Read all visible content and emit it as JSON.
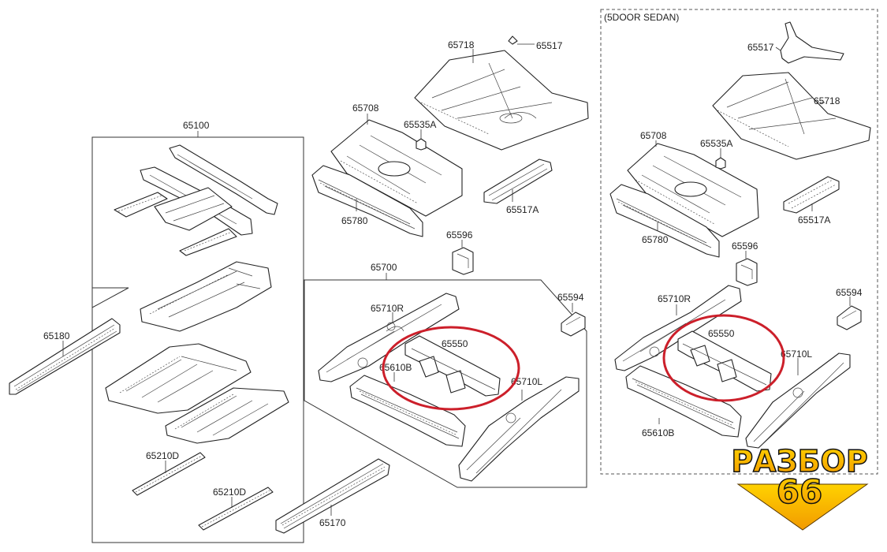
{
  "variant_title": "(5DOOR SEDAN)",
  "labels": {
    "p65100": "65100",
    "p65180": "65180",
    "p65210d_a": "65210D",
    "p65210d_b": "65210D",
    "p65170": "65170",
    "p65708": "65708",
    "p65780": "65780",
    "p65718": "65718",
    "p65517": "65517",
    "p65535a": "65535A",
    "p65517a": "65517A",
    "p65596": "65596",
    "p65700": "65700",
    "p65710r": "65710R",
    "p65550": "65550",
    "p65610b": "65610B",
    "p65710l": "65710L",
    "p65594": "65594",
    "s65517": "65517",
    "s65718": "65718",
    "s65708": "65708",
    "s65535a": "65535A",
    "s65517a": "65517A",
    "s65780": "65780",
    "s65596": "65596",
    "s65710r": "65710R",
    "s65594": "65594",
    "s65550": "65550",
    "s65710l": "65710L",
    "s65610b": "65610B"
  },
  "watermark": {
    "line1": "РАЗБОР",
    "line2": "66",
    "color_top": "#ffd200",
    "color_bottom": "#f29a00"
  },
  "highlight_color": "#cc1f2a"
}
